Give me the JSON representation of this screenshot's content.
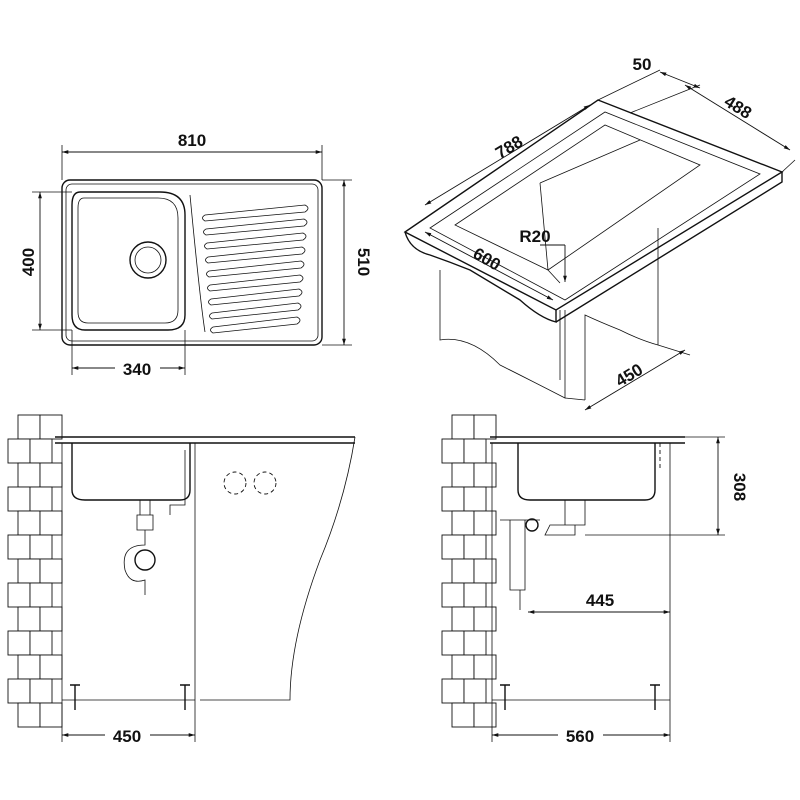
{
  "plan_view": {
    "width_label": "810",
    "bowl_depth_label": "400",
    "depth_label": "510",
    "bowl_width_label": "340"
  },
  "iso_view": {
    "length_label": "788",
    "rim_label": "50",
    "depth_label": "488",
    "radius_label": "R20",
    "cabinet_width_label": "600",
    "cabinet_depth_label": "450"
  },
  "front_view": {
    "cabinet_width_label": "450"
  },
  "side_view": {
    "bowl_depth_label": "308",
    "drain_offset_label": "445",
    "cabinet_depth_label": "560"
  }
}
